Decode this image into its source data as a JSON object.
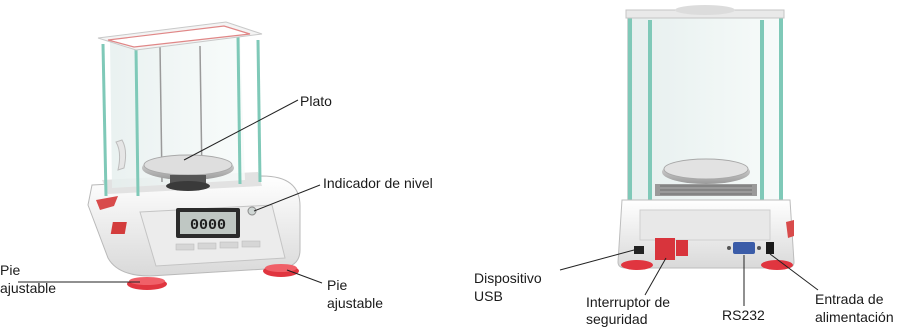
{
  "left_balance": {
    "display_reading": "0000",
    "labels": {
      "plate": "Plato",
      "level_indicator": "Indicador de nivel",
      "foot_left_line1": "Pie",
      "foot_left_line2": "ajustable",
      "foot_right_line1": "Pie",
      "foot_right_line2": "ajustable"
    }
  },
  "right_balance": {
    "labels": {
      "usb_line1": "Dispositivo",
      "usb_line2": "USB",
      "switch_line1": "Interruptor de",
      "switch_line2": "seguridad",
      "rs232": "RS232",
      "power_line1": "Entrada de",
      "power_line2": "alimentación"
    }
  },
  "colors": {
    "leader_line": "#222222",
    "foot_red": "#e0353f",
    "glass_edge": "#7fc9b8",
    "body_white": "#f2f2f2"
  }
}
